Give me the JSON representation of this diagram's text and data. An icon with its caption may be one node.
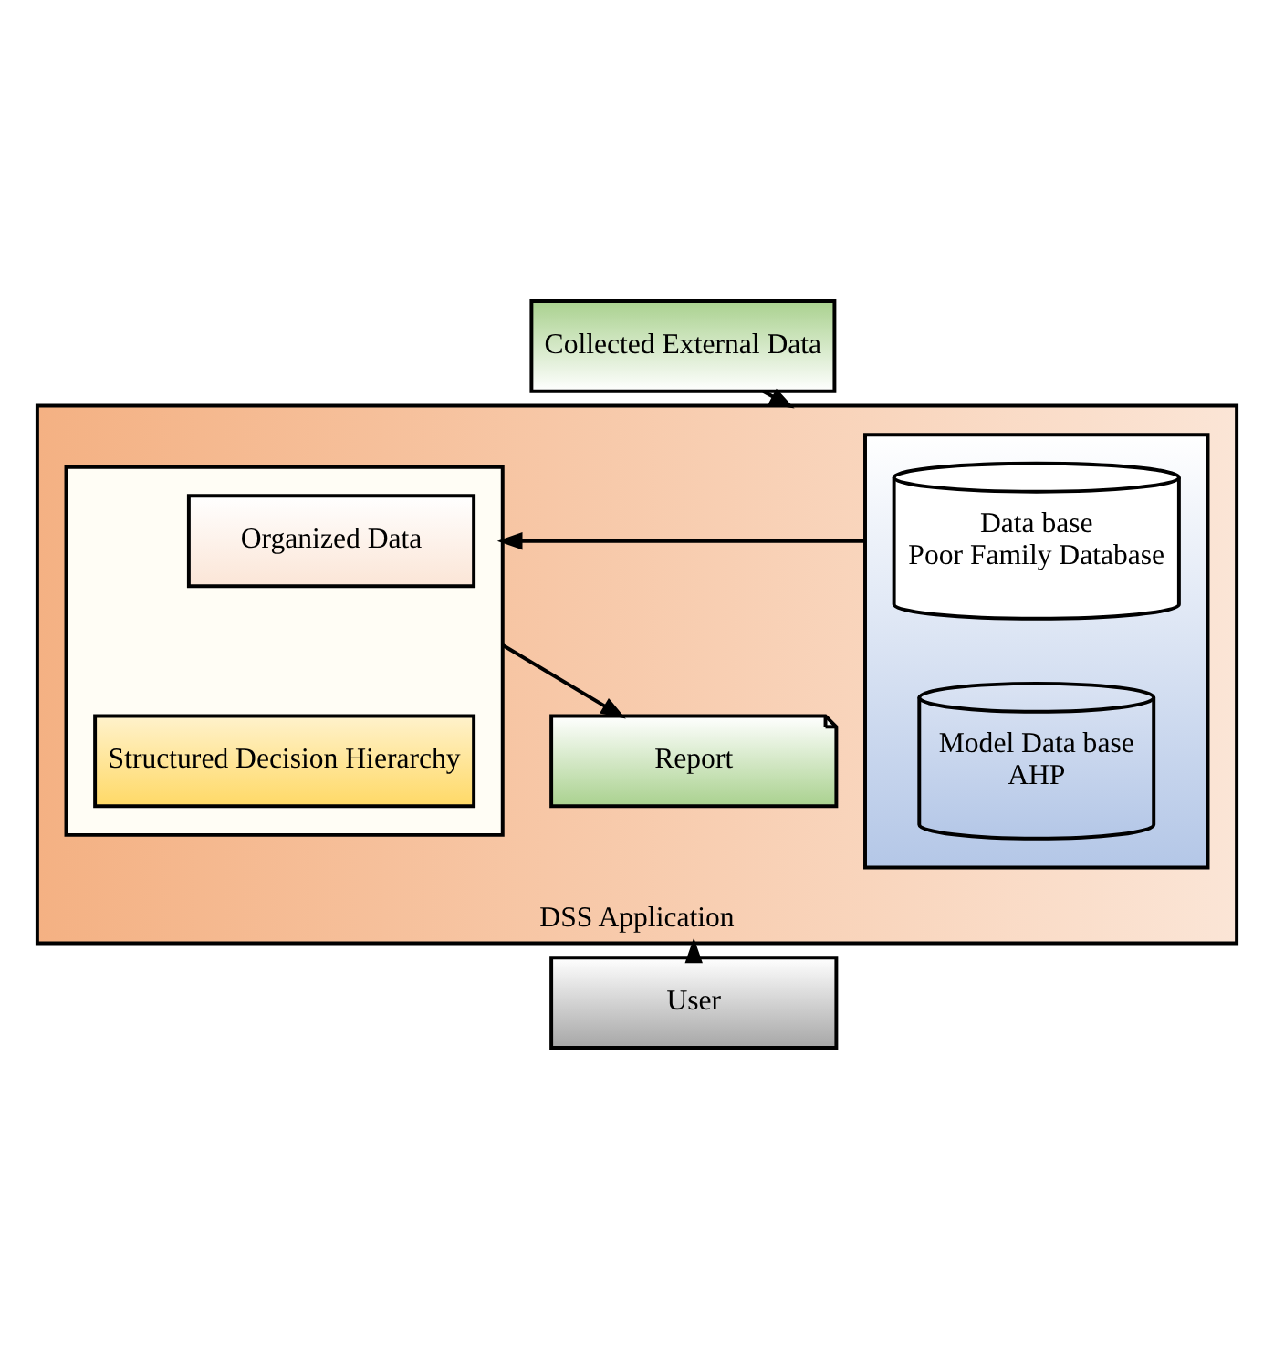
{
  "diagram": {
    "nodes": [
      {
        "text": [
          "Collected External Data"
        ]
      },
      {
        "text": [
          "DSS Application"
        ]
      },
      {
        "text": [],
        "shape": "box",
        "in": 1
      },
      {
        "text": [
          "Data base",
          "Poor Family Database"
        ],
        "in": 2
      },
      {
        "text": [
          "Model Data base",
          "AHP"
        ],
        "in": 2
      },
      {
        "text": [],
        "shape": "box",
        "in": 1
      },
      {
        "text": [
          "Organized Data"
        ],
        "in": 5
      },
      {
        "text": [
          "Structured Decision Hierarchy"
        ],
        "in": 5
      },
      {
        "text": [
          "Report"
        ],
        "in": 1
      },
      {
        "text": [
          "User"
        ]
      }
    ],
    "edges": [
      {
        "from": 0,
        "to": 1,
        "arrow": "to"
      },
      {
        "from": 2,
        "to": 5,
        "arrow": "to"
      },
      {
        "from": 5,
        "to": 8,
        "arrow": "to"
      },
      {
        "from": 9,
        "to": 1,
        "arrow": "to"
      }
    ]
  }
}
